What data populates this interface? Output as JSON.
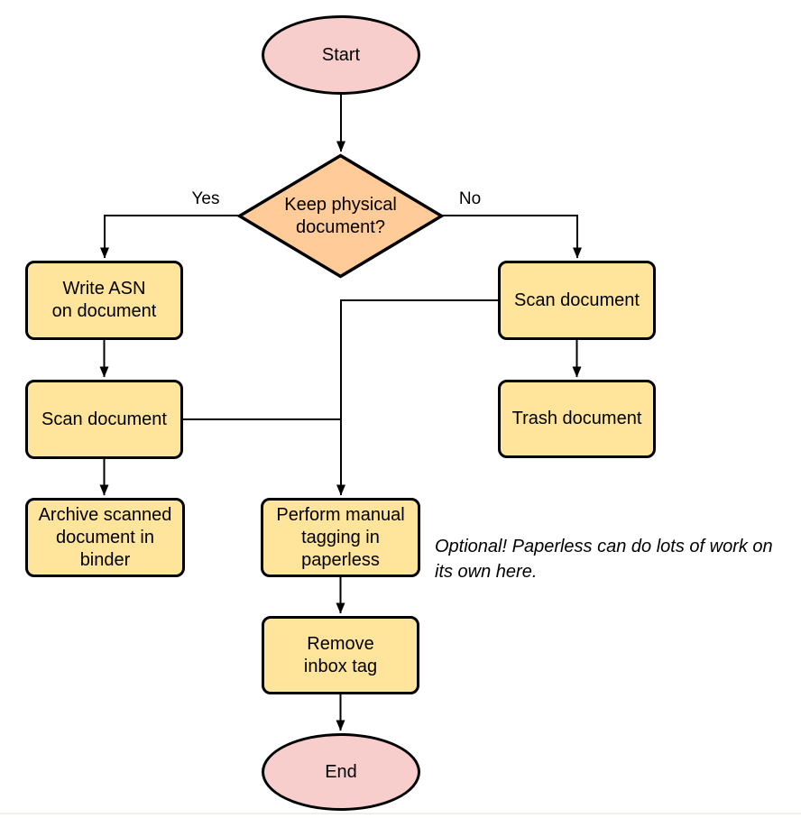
{
  "diagram": {
    "nodes": {
      "start": {
        "label": "Start",
        "shape": "terminal"
      },
      "decision": {
        "label": "Keep physical\ndocument?",
        "shape": "decision"
      },
      "write_asn": {
        "label": "Write ASN\non document",
        "shape": "process"
      },
      "scan_left": {
        "label": "Scan document",
        "shape": "process"
      },
      "archive": {
        "label": "Archive scanned\ndocument in\nbinder",
        "shape": "process"
      },
      "scan_right": {
        "label": "Scan document",
        "shape": "process"
      },
      "trash": {
        "label": "Trash document",
        "shape": "process"
      },
      "tagging": {
        "label": "Perform manual\ntagging in\npaperless",
        "shape": "process"
      },
      "remove_inbox": {
        "label": "Remove\ninbox tag",
        "shape": "process"
      },
      "end": {
        "label": "End",
        "shape": "terminal"
      }
    },
    "edge_labels": {
      "yes": "Yes",
      "no": "No"
    },
    "edges": [
      {
        "from": "start",
        "to": "decision",
        "label": ""
      },
      {
        "from": "decision",
        "to": "write_asn",
        "label": "Yes"
      },
      {
        "from": "decision",
        "to": "scan_right",
        "label": "No"
      },
      {
        "from": "write_asn",
        "to": "scan_left",
        "label": ""
      },
      {
        "from": "scan_left",
        "to": "archive",
        "label": ""
      },
      {
        "from": "scan_right",
        "to": "trash",
        "label": ""
      },
      {
        "from": "scan_right",
        "to": "tagging",
        "label": ""
      },
      {
        "from": "scan_left",
        "to": "tagging",
        "label": ""
      },
      {
        "from": "tagging",
        "to": "remove_inbox",
        "label": ""
      },
      {
        "from": "remove_inbox",
        "to": "end",
        "label": ""
      }
    ],
    "note": "Optional! Paperless can do lots of work on\nits own here.",
    "colors": {
      "terminal_fill": "#f8cecc",
      "decision_fill": "#ffcc99",
      "process_fill": "#ffe49c",
      "stroke": "#000000",
      "background": "#ffffff"
    }
  }
}
